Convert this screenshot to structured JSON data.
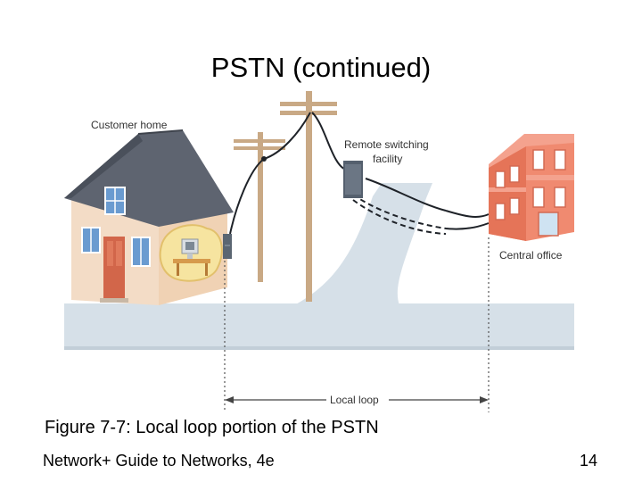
{
  "slide": {
    "title": "PSTN (continued)",
    "caption": "Figure 7-7: Local loop portion of the PSTN",
    "footer": "Network+ Guide to Networks, 4e",
    "page_number": "14"
  },
  "diagram": {
    "labels": {
      "customer_home": "Customer home",
      "remote_switching_line1": "Remote switching",
      "remote_switching_line2": "facility",
      "central_office": "Central office",
      "local_loop": "Local loop"
    }
  },
  "colors": {
    "road": "#d6e0e8",
    "road_edge": "#c2ced8",
    "house_wall": "#f3dcc6",
    "roof": "#5e6470",
    "office_wall": "#f08a70",
    "pole": "#c9a985",
    "wire": "#1e2228"
  }
}
